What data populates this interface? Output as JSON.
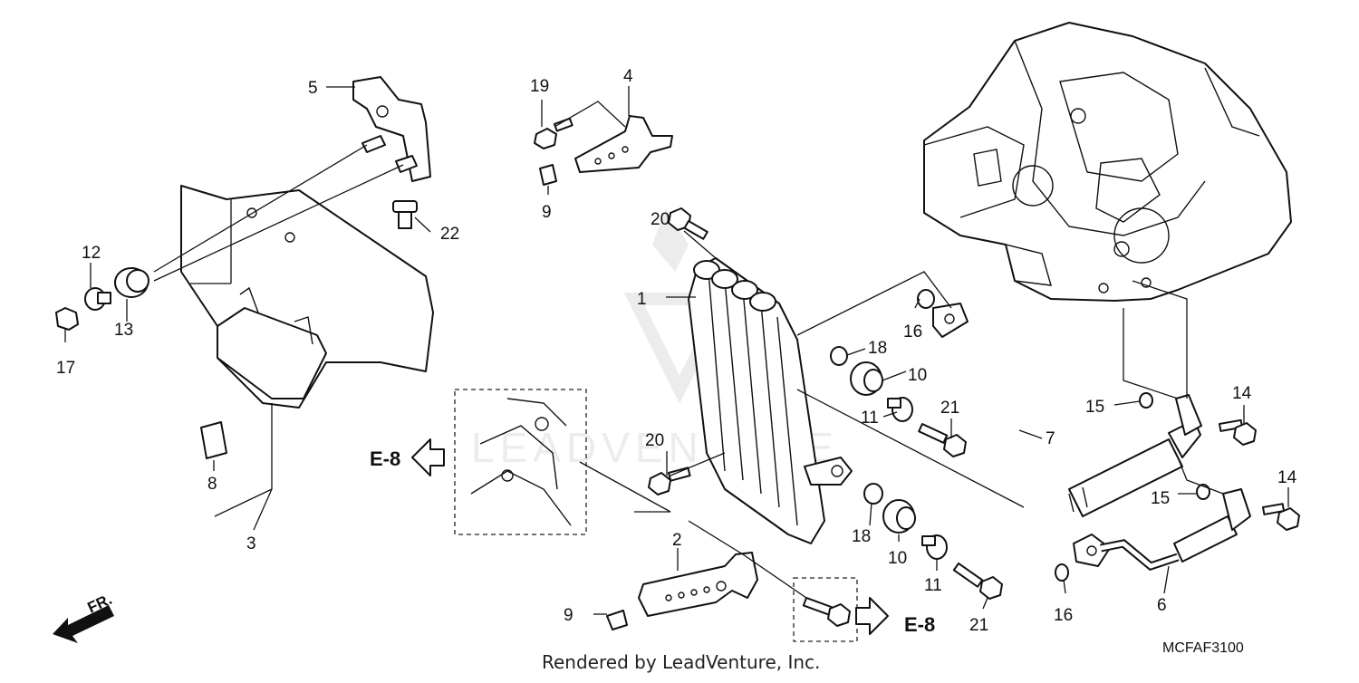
{
  "callouts": [
    {
      "id": "c1",
      "text": "1"
    },
    {
      "id": "c2",
      "text": "2"
    },
    {
      "id": "c3",
      "text": "3"
    },
    {
      "id": "c4",
      "text": "4"
    },
    {
      "id": "c5",
      "text": "5"
    },
    {
      "id": "c6",
      "text": "6"
    },
    {
      "id": "c7",
      "text": "7"
    },
    {
      "id": "c8",
      "text": "8"
    },
    {
      "id": "c9a",
      "text": "9"
    },
    {
      "id": "c9b",
      "text": "9"
    },
    {
      "id": "c10a",
      "text": "10"
    },
    {
      "id": "c10b",
      "text": "10"
    },
    {
      "id": "c11a",
      "text": "11"
    },
    {
      "id": "c11b",
      "text": "11"
    },
    {
      "id": "c12",
      "text": "12"
    },
    {
      "id": "c13",
      "text": "13"
    },
    {
      "id": "c14a",
      "text": "14"
    },
    {
      "id": "c14b",
      "text": "14"
    },
    {
      "id": "c15a",
      "text": "15"
    },
    {
      "id": "c15b",
      "text": "15"
    },
    {
      "id": "c16a",
      "text": "16"
    },
    {
      "id": "c16b",
      "text": "16"
    },
    {
      "id": "c17",
      "text": "17"
    },
    {
      "id": "c18a",
      "text": "18"
    },
    {
      "id": "c18b",
      "text": "18"
    },
    {
      "id": "c19",
      "text": "19"
    },
    {
      "id": "c20a",
      "text": "20"
    },
    {
      "id": "c20b",
      "text": "20"
    },
    {
      "id": "c21a",
      "text": "21"
    },
    {
      "id": "c21b",
      "text": "21"
    },
    {
      "id": "c22",
      "text": "22"
    }
  ],
  "refs": {
    "left": "E-8",
    "right": "E-8"
  },
  "front_label": "FR.",
  "watermark": "LEADVENTURE",
  "credit": "Rendered by LeadVenture, Inc.",
  "diagram_code": "MCFAF3100",
  "colors": {
    "line": "#111111",
    "watermark": "#e6e6e6",
    "background": "#ffffff"
  }
}
